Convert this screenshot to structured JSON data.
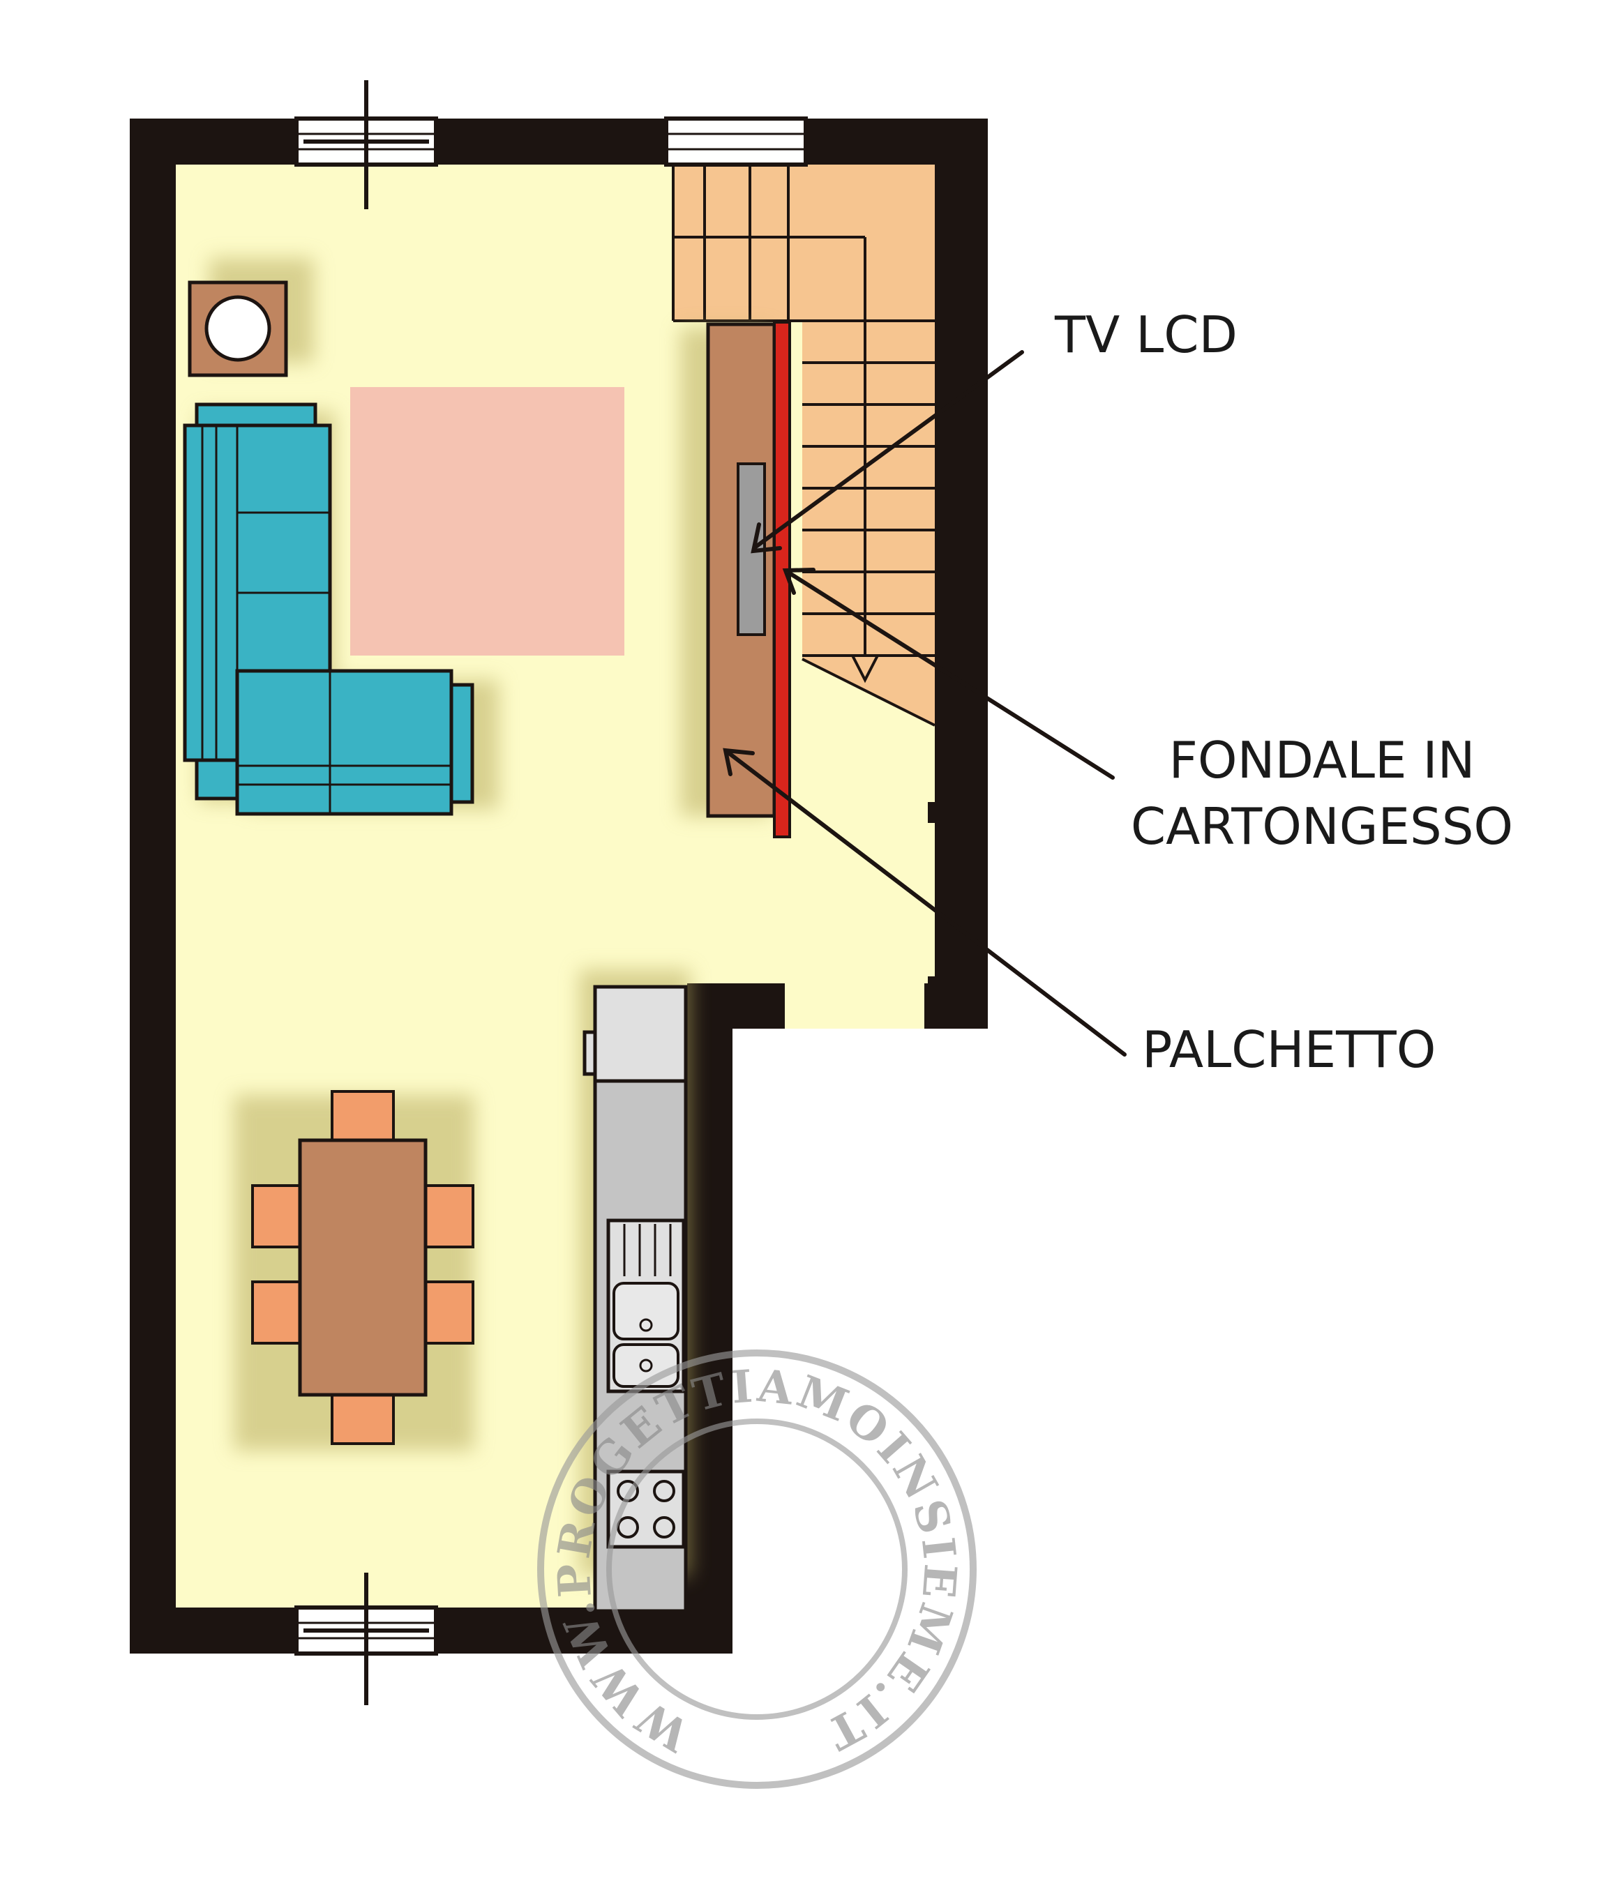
{
  "labels": {
    "tv": "TV LCD",
    "backdrop_line1": "FONDALE IN",
    "backdrop_line2": "CARTONGESSO",
    "stage": "PALCHETTO"
  },
  "stamp": {
    "text": "WWW.PROGETTIAMOINSIEME.IT"
  },
  "colors": {
    "wall": "#1c1411",
    "floor": "#fdfbc8",
    "stairs": "#f6c590",
    "sofa": "#3ab3c4",
    "rug": "#f5c3b2",
    "cabinet": "#bf8560",
    "backdrop": "#d8251c",
    "chairs": "#f29d6b",
    "counter": "#c4c4c4",
    "stamp": "#9a9a9a"
  }
}
